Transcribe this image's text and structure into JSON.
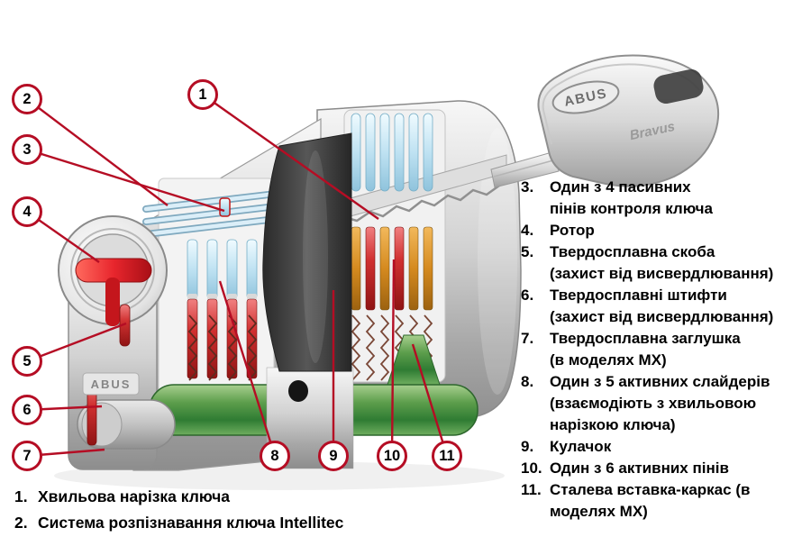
{
  "key": {
    "brand": "ABUS",
    "model": "Bravus",
    "front_plate": "ABUS"
  },
  "colors": {
    "callout_red": "#b50d24",
    "green_insert": "#2f7c33",
    "pin_blue": "#bfe2f2",
    "pin_orange": "#d58a1f",
    "hardened_red": "#d03030",
    "key_channel_red": "#e8262d"
  },
  "callouts": [
    {
      "num": "1"
    },
    {
      "num": "2"
    },
    {
      "num": "3"
    },
    {
      "num": "4"
    },
    {
      "num": "5"
    },
    {
      "num": "6"
    },
    {
      "num": "7"
    },
    {
      "num": "8"
    },
    {
      "num": "9"
    },
    {
      "num": "10"
    },
    {
      "num": "11"
    }
  ],
  "legend_right": [
    {
      "num": "3.",
      "text": "Один з 4 пасивних\nпінів контроля ключа"
    },
    {
      "num": "4.",
      "text": "Ротор"
    },
    {
      "num": "5.",
      "text": "Твердосплавна скоба\n(захист від висвердлювання)"
    },
    {
      "num": "6.",
      "text": "Твердосплавні штифти\n(захист від висвердлювання)"
    },
    {
      "num": "7.",
      "text": "Твердосплавна заглушка\n(в моделях MX)"
    },
    {
      "num": "8.",
      "text": "Один з 5 активних слайдерів\n(взаємодіють з хвильовою\nнарізкою ключа)"
    },
    {
      "num": "9.",
      "text": "Кулачок"
    },
    {
      "num": "10.",
      "text": "Один з 6 активних пінів"
    },
    {
      "num": "11.",
      "text": "Сталева вставка-каркас (в моделях MX)"
    }
  ],
  "legend_bottom": [
    {
      "num": "1.",
      "text": "Хвильова нарізка ключа"
    },
    {
      "num": "2.",
      "text": "Система розпізнавання ключа Intellitec"
    }
  ]
}
